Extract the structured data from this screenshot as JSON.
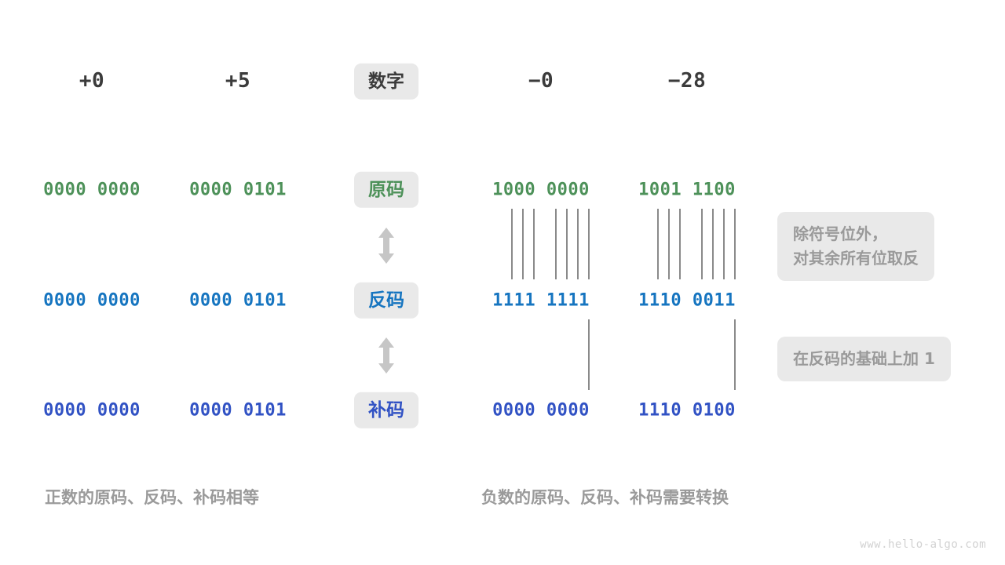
{
  "meta": {
    "watermark": "www.hello-algo.com",
    "accent_green": "#4d9159",
    "accent_blue": "#1675c0",
    "accent_indigo": "#3152c4",
    "pill_background": "#e9e9e9",
    "muted_text": "#9a9a9a",
    "line_color": "#8a8a8a"
  },
  "header": {
    "row_label": "数字",
    "numbers": [
      "+0",
      "+5",
      "−0",
      "−28"
    ]
  },
  "rows": [
    {
      "label": "原码",
      "tone": "green",
      "values": [
        "0000 0000",
        "0000 0101",
        "1000 0000",
        "1001 1100"
      ]
    },
    {
      "label": "反码",
      "tone": "blue",
      "values": [
        "0000 0000",
        "0000 0101",
        "1111 1111",
        "1110 0011"
      ]
    },
    {
      "label": "补码",
      "tone": "indigo",
      "values": [
        "0000 0000",
        "0000 0101",
        "0000 0000",
        "1110 0100"
      ]
    }
  ],
  "notes": [
    {
      "text": "除符号位外，\n对其余所有位取反"
    },
    {
      "text": "在反码的基础上加 1"
    }
  ],
  "captions": {
    "left": "正数的原码、反码、补码相等",
    "right": "负数的原码、反码、补码需要转换"
  },
  "arrows": {
    "top_name": "original-to-ones-complement-arrow",
    "bottom_name": "ones-to-twos-complement-arrow"
  }
}
